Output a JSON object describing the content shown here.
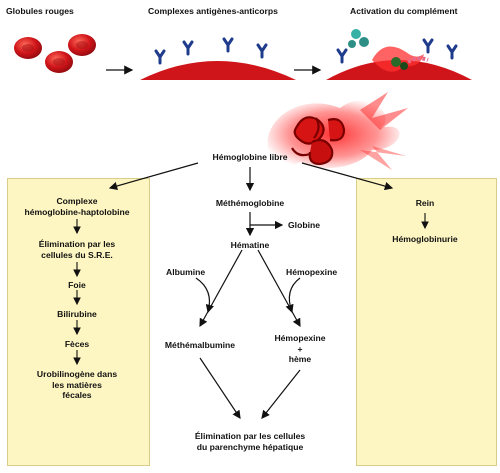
{
  "top": {
    "globules": "Globules rouges",
    "complexes": "Complexes antigènes-anticorps",
    "activation": "Activation du complément"
  },
  "center": {
    "hemoglobine_libre": "Hémoglobine libre",
    "methemoglobine": "Méthémoglobine",
    "globine": "Globine",
    "hematine": "Hématine",
    "albumine": "Albumine",
    "hemopexine": "Hémopexine",
    "methemalbumine": "Méthémalbumine",
    "hemopexine_heme": [
      "Hémopexine",
      "+",
      "hème"
    ],
    "elimination": [
      "Élimination par les cellules",
      "du parenchyme hépatique"
    ]
  },
  "left_panel": {
    "steps": [
      [
        "Complexe",
        "hémoglobine-haptolobine"
      ],
      [
        "Élimination par les",
        "cellules du S.R.E."
      ],
      [
        "Foie"
      ],
      [
        "Bilirubine"
      ],
      [
        "Fèces"
      ],
      [
        "Urobilinogène dans",
        "les matières",
        "fécales"
      ]
    ]
  },
  "right_panel": {
    "steps": [
      [
        "Rein"
      ],
      [
        "Hémoglobinurie"
      ]
    ]
  },
  "colors": {
    "panel_fill": "#fdf6c2",
    "red_cell": "#d0151a",
    "antibody": "#1f3c8c",
    "hemoglobin_red": "#e81c1c"
  }
}
